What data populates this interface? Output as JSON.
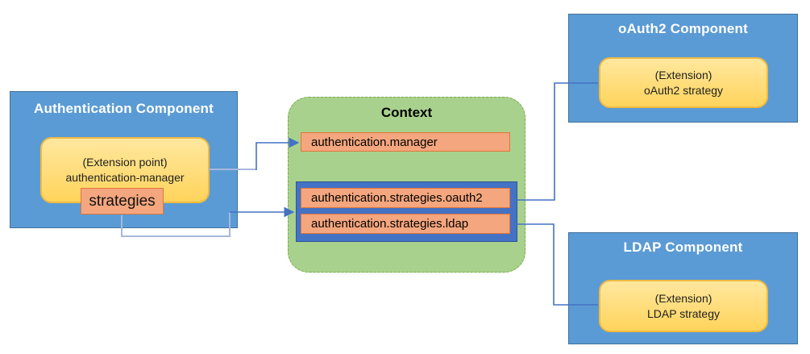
{
  "diagram": {
    "auth_component": {
      "title": "Authentication Component",
      "extension_point": {
        "line1": "(Extension point)",
        "line2": "authentication-manager"
      },
      "strategies_label": "strategies"
    },
    "context": {
      "title": "Context",
      "entries": {
        "manager": "authentication.manager",
        "oauth2": "authentication.strategies.oauth2",
        "ldap": "authentication.strategies.ldap"
      }
    },
    "oauth2_component": {
      "title": "oAuth2 Component",
      "extension": {
        "line1": "(Extension)",
        "line2": "oAuth2 strategy"
      }
    },
    "ldap_component": {
      "title": "LDAP Component",
      "extension": {
        "line1": "(Extension)",
        "line2": "LDAP strategy"
      }
    },
    "colors": {
      "component_fill": "#5B9BD5",
      "component_border": "#41719C",
      "context_fill": "#A9D18E",
      "context_border": "#71AD47",
      "extension_fill_top": "#FFE79E",
      "extension_fill_bottom": "#FFD45C",
      "extension_border": "#EFBA42",
      "entry_fill": "#F4A67E",
      "entry_border": "#E0763A",
      "strategies_container_fill": "#4472C4",
      "connector": "#4472C4",
      "connector_light": "#A6B8DE"
    }
  }
}
